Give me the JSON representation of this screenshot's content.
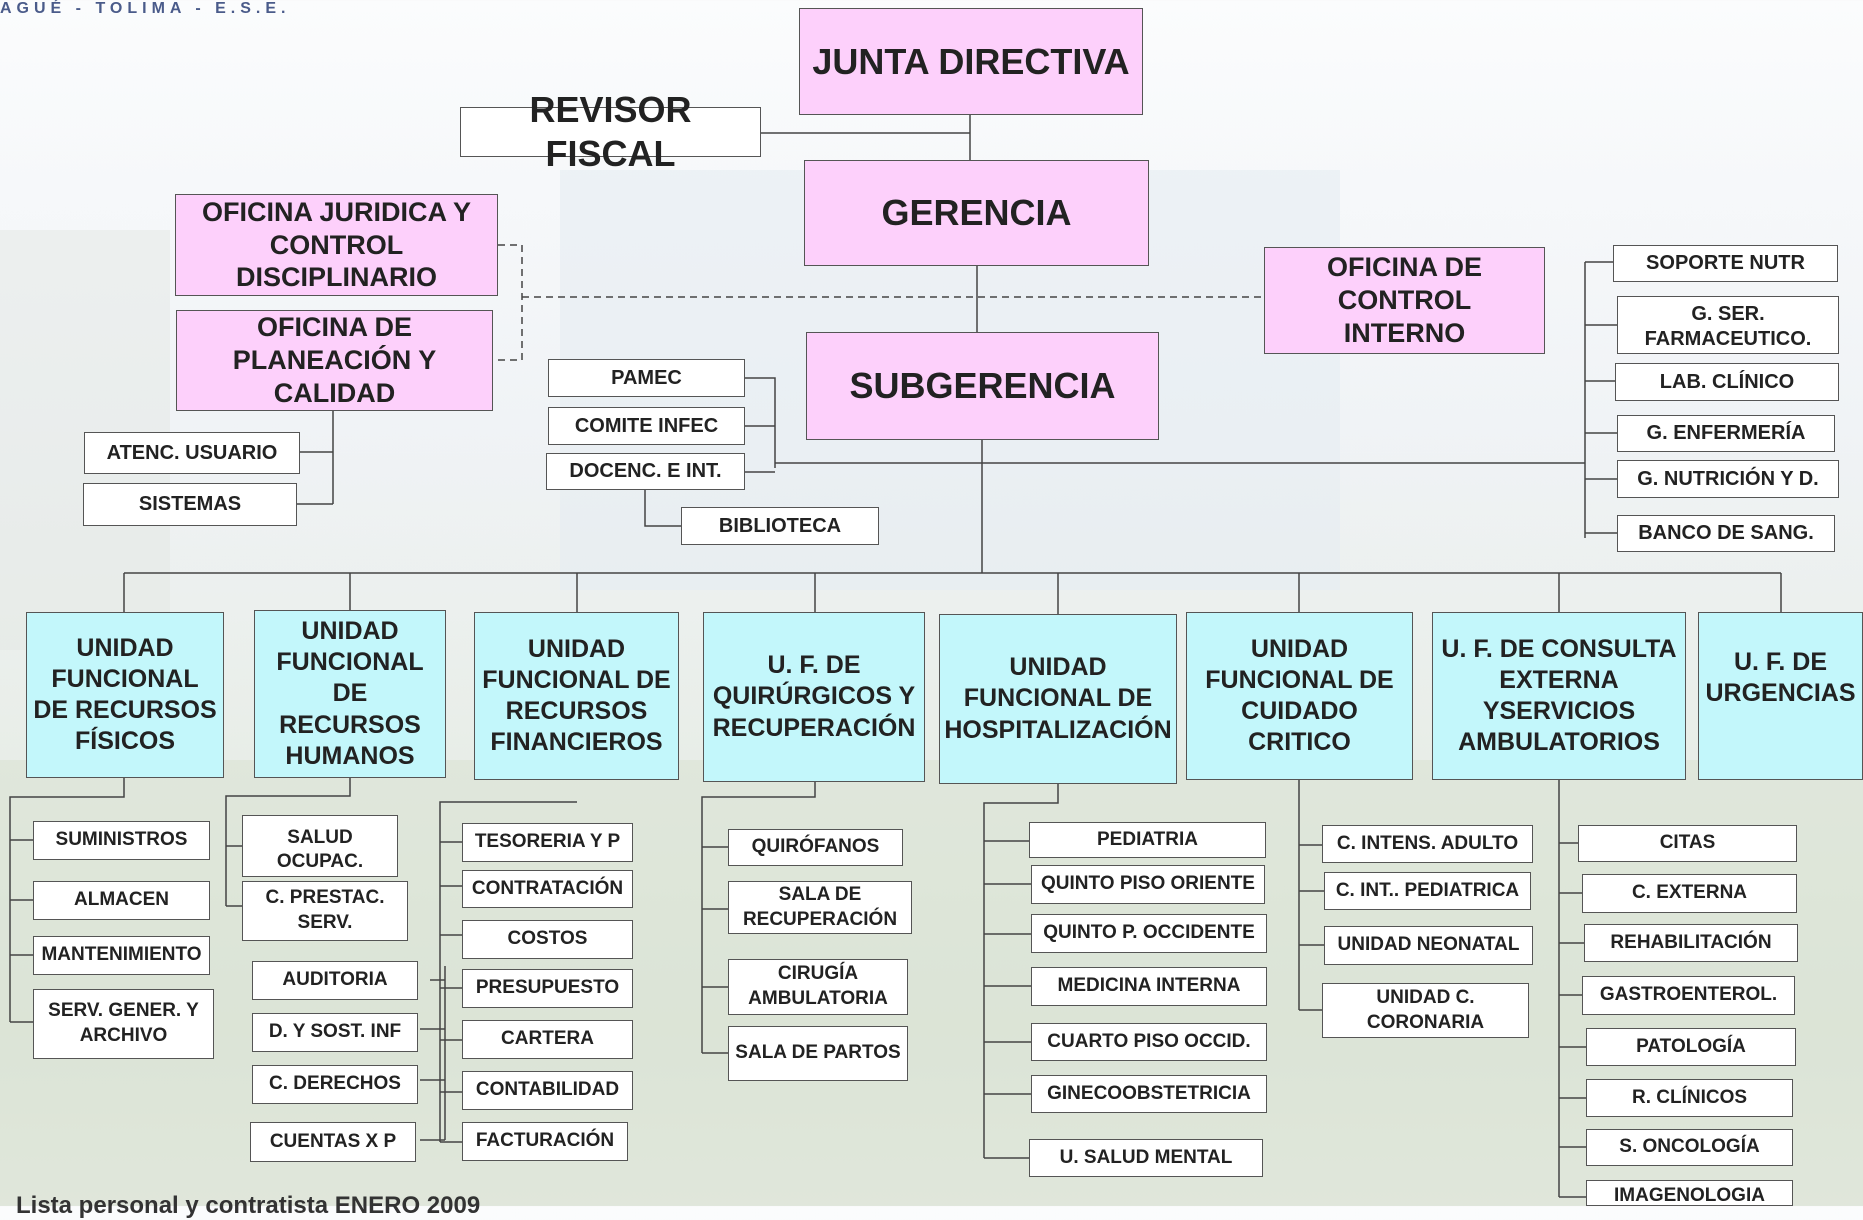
{
  "header": {
    "logo_text": "AGUÉ - TOLIMA - E.S.E."
  },
  "top": {
    "junta": "JUNTA DIRECTIVA",
    "revisor": "REVISOR FISCAL",
    "gerencia": "GERENCIA",
    "subgerencia": "SUBGERENCIA",
    "oficina_juridica": "OFICINA JURIDICA Y CONTROL DISCIPLINARIO",
    "oficina_planeacion": "OFICINA DE PLANEACIÓN Y CALIDAD",
    "oficina_control": "OFICINA DE CONTROL INTERNO"
  },
  "staff": {
    "atenc_usuario": "ATENC. USUARIO",
    "sistemas": "SISTEMAS",
    "pamec": "PAMEC",
    "comite_infec": "COMITE INFEC",
    "docenc": "DOCENC. E INT.",
    "biblioteca": "BIBLIOTECA"
  },
  "support": [
    "SOPORTE NUTR",
    "G. SER. FARMACEUTICO.",
    "LAB. CLÍNICO",
    "G. ENFERMERÍA",
    "G. NUTRICIÓN Y D.",
    "BANCO DE SANG."
  ],
  "units": [
    {
      "name": "UNIDAD FUNCIONAL DE RECURSOS FÍSICOS",
      "items": [
        "SUMINISTROS",
        "ALMACEN",
        "MANTENIMIENTO",
        "SERV. GENER. Y ARCHIVO"
      ]
    },
    {
      "name": "UNIDAD FUNCIONAL DE RECURSOS HUMANOS",
      "items": [
        "SALUD OCUPAC.",
        "C. PRESTAC. SERV.",
        "AUDITORIA",
        "D. Y SOST. INF",
        "C. DERECHOS",
        "CUENTAS  X P"
      ]
    },
    {
      "name": "UNIDAD FUNCIONAL DE RECURSOS FINANCIEROS",
      "items": [
        "TESORERIA Y P",
        "CONTRATACIÓN",
        "COSTOS",
        "PRESUPUESTO",
        "CARTERA",
        "CONTABILIDAD",
        "FACTURACIÓN"
      ]
    },
    {
      "name": "U. F. DE QUIRÚRGICOS Y RECUPERACIÓN",
      "items": [
        "QUIRÓFANOS",
        "SALA DE RECUPERACIÓN",
        "CIRUGÍA AMBULATORIA",
        "SALA DE PARTOS"
      ]
    },
    {
      "name": "UNIDAD FUNCIONAL DE HOSPITALIZACIÓN",
      "items": [
        "PEDIATRIA",
        "QUINTO PISO ORIENTE",
        "QUINTO P. OCCIDENTE",
        "MEDICINA INTERNA",
        "CUARTO PISO OCCID.",
        "GINECOOBSTETRICIA",
        "U. SALUD MENTAL"
      ]
    },
    {
      "name": "UNIDAD FUNCIONAL DE CUIDADO CRITICO",
      "items": [
        "C. INTENS. ADULTO",
        "C. INT.. PEDIATRICA",
        "UNIDAD  NEONATAL",
        "UNIDAD C. CORONARIA"
      ]
    },
    {
      "name": "U. F. DE CONSULTA EXTERNA YSERVICIOS AMBULATORIOS",
      "items": [
        "CITAS",
        "C. EXTERNA",
        "REHABILITACIÓN",
        "GASTROENTEROL.",
        "PATOLOGÍA",
        "R. CLÍNICOS",
        "S. ONCOLOGÍA",
        "IMAGENOLOGIA"
      ]
    },
    {
      "name": "U. F. DE URGENCIAS",
      "items": []
    }
  ],
  "footer": {
    "text": "Lista personal y contratista    ENERO 2009"
  },
  "colors": {
    "pink": "#fdd0fb",
    "cyan": "#c3f7fb",
    "line": "#444444"
  }
}
